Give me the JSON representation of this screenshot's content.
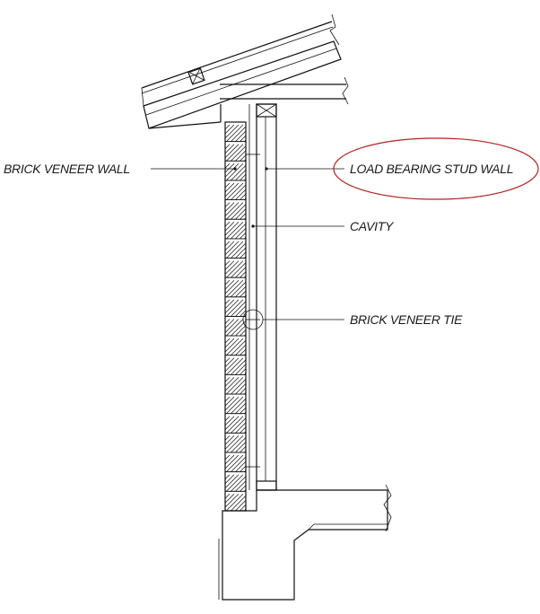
{
  "labels": {
    "brick_veneer_wall": "BRICK VENEER WALL",
    "load_bearing_stud_wall": "LOAD BEARING STUD WALL",
    "cavity": "CAVITY",
    "brick_veneer_tie": "BRICK VENEER TIE"
  },
  "colors": {
    "line": "#111111",
    "highlight_ellipse": "#b22222",
    "background": "#ffffff"
  }
}
